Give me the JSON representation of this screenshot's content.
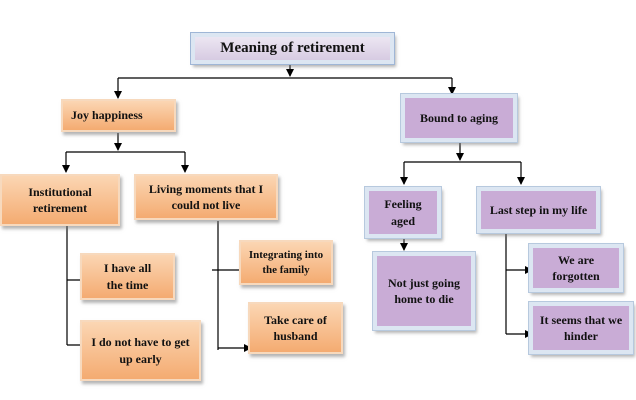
{
  "root": {
    "label": "Meaning of retirement"
  },
  "joy": {
    "label": "Joy happiness",
    "institutional": {
      "label": "Institutional retirement",
      "children": [
        "I have all the time",
        "I do not have to get up early"
      ]
    },
    "living": {
      "label": "Living moments that I could not live",
      "children": [
        "Integrating into the family",
        "Take care of husband"
      ]
    }
  },
  "aging": {
    "label": "Bound to aging",
    "feeling": {
      "label": "Feeling aged",
      "children": [
        "Not just going home to die"
      ]
    },
    "last_step": {
      "label": "Last step in my life",
      "children": [
        "We are forgotten",
        "It seems that we hinder"
      ]
    }
  },
  "colors": {
    "orange_box": "#f4ab71",
    "purple_box": "#c9acd6",
    "root_box": "#ddd3e8",
    "connector": "#000000"
  }
}
